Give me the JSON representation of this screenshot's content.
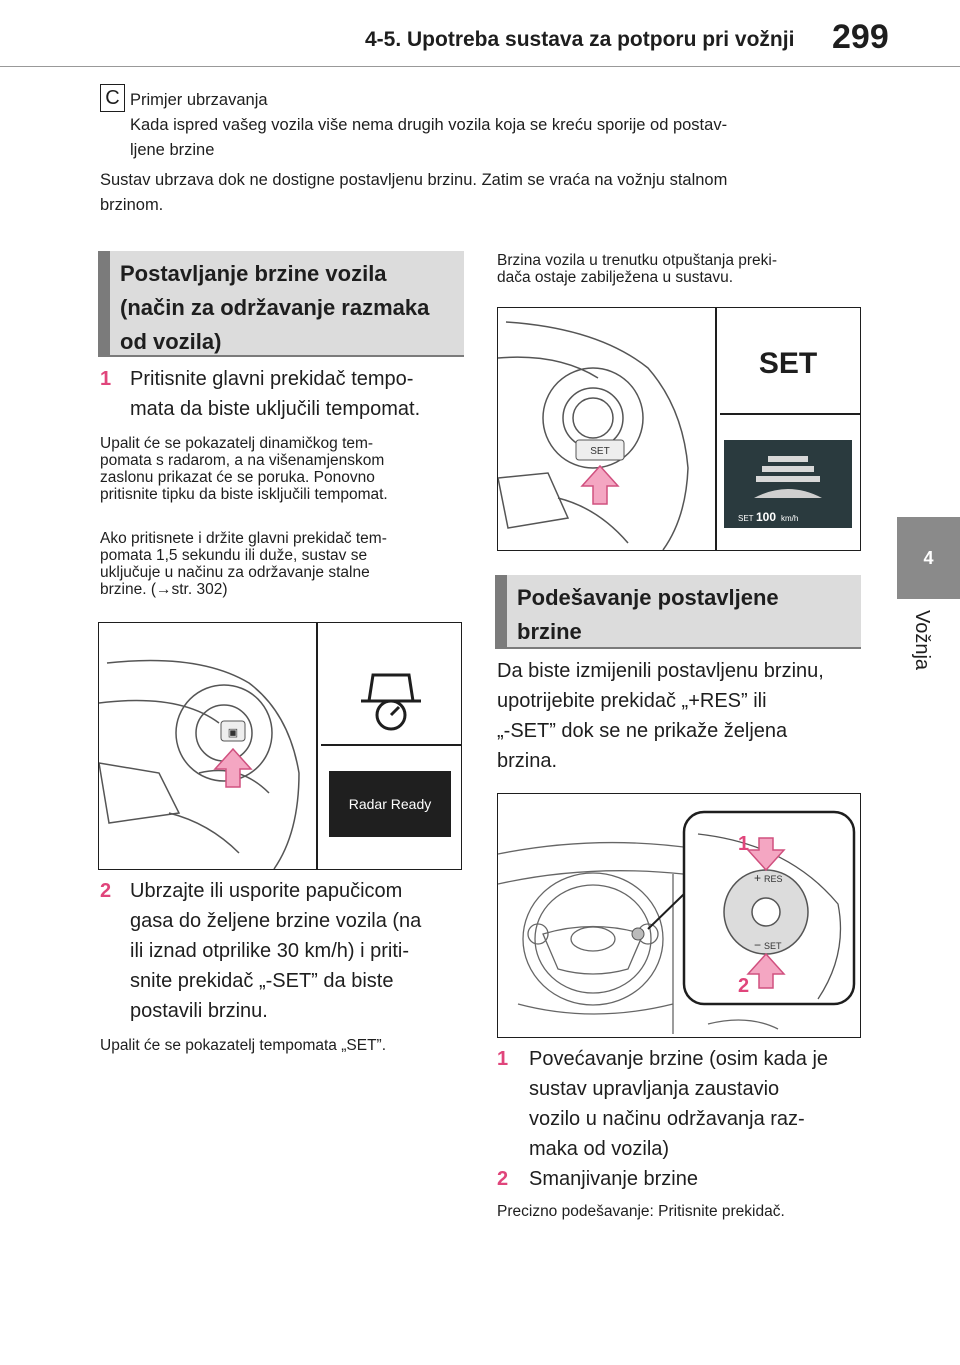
{
  "header": {
    "section_title": "4-5. Upotreba sustava za potporu pri vožnji",
    "page_number": "299"
  },
  "side_tab": {
    "number": "4",
    "label": "Vožnja"
  },
  "intro": {
    "marker": "C",
    "title": "Primjer ubrzavanja",
    "desc": "Kada ispred vašeg vozila više nema drugih vozila koja se kreću sporije od postav-",
    "desc2": "ljene brzine",
    "para1": "Sustav ubrzava dok ne dostigne postavljenu brzinu. Zatim se vraća na vožnju stalnom",
    "para2": "brzinom."
  },
  "section1": {
    "heading_l1": "Postavljanje brzine vozila",
    "heading_l2": "(način za održavanje razmaka",
    "heading_l3": "od vozila)",
    "step1_num": "1",
    "step1_l1": "Pritisnite glavni prekidač tempo-",
    "step1_l2": "mata da biste uključili tempomat.",
    "note1_l1": "Upalit će se pokazatelj dinamičkog tem-",
    "note1_l2": "pomata s radarom, a na višenamjenskom",
    "note1_l3": "zaslonu prikazat će se poruka. Ponovno",
    "note1_l4": "pritisnite tipku da biste isključili tempomat.",
    "note2_l1": "Ako pritisnete i držite glavni prekidač tem-",
    "note2_l2": "pomata 1,5 sekundu ili duže, sustav se",
    "note2_l3": "uključuje u načinu za održavanje stalne",
    "note2_l4": "brzine. (→str. 302)",
    "fig1_display": "Radar Ready",
    "step2_num": "2",
    "step2_l1": "Ubrzajte ili usporite papučicom",
    "step2_l2": "gasa do željene brzine vozila (na",
    "step2_l3": "ili iznad otprilike 30 km/h) i priti-",
    "step2_l4": "snite prekidač „-SET” da biste",
    "step2_l5": "postavili brzinu.",
    "note3": "Upalit će se pokazatelj tempomata „SET”."
  },
  "right_col": {
    "note_l1": "Brzina vozila u trenutku otpuštanja preki-",
    "note_l2": "dača ostaje zabilježena u sustavu.",
    "fig2_set": "SET",
    "fig2_button": "SET",
    "fig2_speed_label": "SET",
    "fig2_speed": "100",
    "fig2_unit": "km/h"
  },
  "section2": {
    "heading_l1": "Podešavanje postavljene",
    "heading_l2": "brzine",
    "para_l1": "Da biste izmijenili postavljenu brzinu,",
    "para_l2": "upotrijebite prekidač „+RES” ili",
    "para_l3": "„-SET” dok se ne prikaže željena",
    "para_l4": "brzina.",
    "fig3_res": "RES",
    "fig3_set": "SET",
    "fig3_callout1": "1",
    "fig3_callout2": "2",
    "item1_num": "1",
    "item1_l1": "Povećavanje brzine (osim kada je",
    "item1_l2": "sustav upravljanja zaustavio",
    "item1_l3": "vozilo u načinu održavanja raz-",
    "item1_l4": "maka od vozila)",
    "item2_num": "2",
    "item2_l1": "Smanjivanje brzine",
    "note": "Precizno podešavanje: Pritisnite prekidač."
  },
  "colors": {
    "accent": "#e0457b",
    "heading_bg": "#dcdcdc",
    "heading_bar": "#7b7b7b",
    "tab": "#8a8a8a"
  }
}
